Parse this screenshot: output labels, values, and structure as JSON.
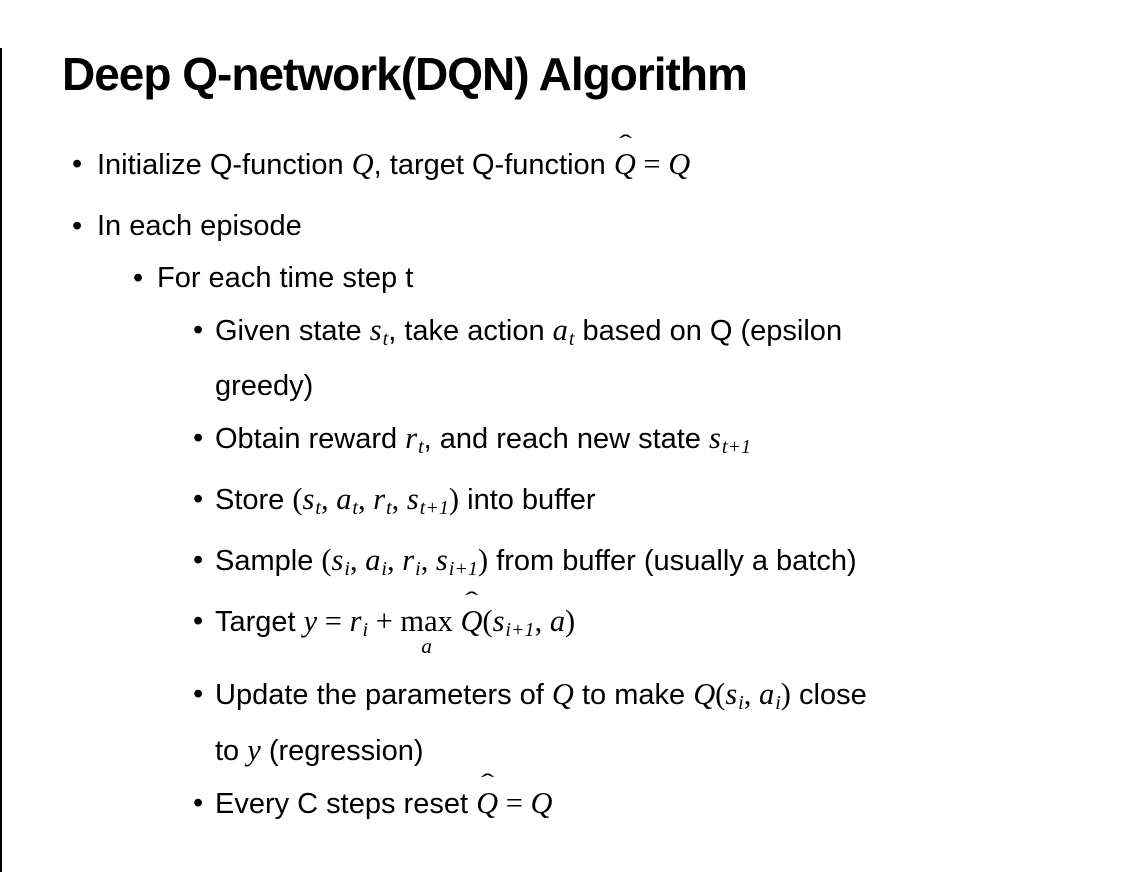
{
  "slide": {
    "title": "Deep Q-network(DQN) Algorithm",
    "bullet_char": "•",
    "hat_char": "ˆ",
    "background": "#ffffff",
    "text_color": "#000000",
    "border_color": "#000000",
    "bullets": [
      {
        "level": 1,
        "segments": [
          {
            "t": "Initialize Q-function "
          },
          {
            "m": "Q"
          },
          {
            "t": ", target Q-function "
          },
          {
            "m": "Q",
            "hat": true
          },
          {
            "o": " = "
          },
          {
            "m": "Q"
          }
        ]
      },
      {
        "level": 1,
        "segments": [
          {
            "t": "In each episode"
          }
        ]
      },
      {
        "level": 2,
        "segments": [
          {
            "t": "For each time step t"
          }
        ]
      },
      {
        "level": 3,
        "segments": [
          {
            "t": "Given state "
          },
          {
            "m": "s",
            "sub": "t"
          },
          {
            "t": ", take action "
          },
          {
            "m": "a",
            "sub": "t"
          },
          {
            "t": " based on Q (epsilon"
          },
          {
            "br": true
          },
          {
            "t": "greedy)"
          }
        ]
      },
      {
        "level": 3,
        "segments": [
          {
            "t": "Obtain reward "
          },
          {
            "m": "r",
            "sub": "t"
          },
          {
            "t": ", and reach new state "
          },
          {
            "m": "s",
            "sub": "t+1"
          }
        ]
      },
      {
        "level": 3,
        "segments": [
          {
            "t": "Store "
          },
          {
            "o": "("
          },
          {
            "m": "s",
            "sub": "t"
          },
          {
            "o": ", "
          },
          {
            "m": "a",
            "sub": "t"
          },
          {
            "o": ", "
          },
          {
            "m": "r",
            "sub": "t"
          },
          {
            "o": ", "
          },
          {
            "m": "s",
            "sub": "t+1"
          },
          {
            "o": ")"
          },
          {
            "t": " into buffer"
          }
        ]
      },
      {
        "level": 3,
        "segments": [
          {
            "t": "Sample "
          },
          {
            "o": "("
          },
          {
            "m": "s",
            "sub": "i"
          },
          {
            "o": ", "
          },
          {
            "m": "a",
            "sub": "i"
          },
          {
            "o": ", "
          },
          {
            "m": "r",
            "sub": "i"
          },
          {
            "o": ", "
          },
          {
            "m": "s",
            "sub": "i+1"
          },
          {
            "o": ")"
          },
          {
            "t": " from buffer (usually a batch)"
          }
        ]
      },
      {
        "level": 3,
        "segments": [
          {
            "t": "Target "
          },
          {
            "m": "y"
          },
          {
            "o": " = "
          },
          {
            "m": "r",
            "sub": "i"
          },
          {
            "o": " + "
          },
          {
            "stk": {
              "top": "max",
              "bottom": "a"
            }
          },
          {
            "o": " "
          },
          {
            "m": "Q",
            "hat": true
          },
          {
            "o": "("
          },
          {
            "m": "s",
            "sub": "i+1"
          },
          {
            "o": ", "
          },
          {
            "m": "a"
          },
          {
            "o": ")"
          }
        ]
      },
      {
        "level": 3,
        "segments": [
          {
            "t": "Update the parameters of "
          },
          {
            "m": "Q"
          },
          {
            "t": " to make "
          },
          {
            "m": "Q"
          },
          {
            "o": "("
          },
          {
            "m": "s",
            "sub": "i"
          },
          {
            "o": ", "
          },
          {
            "m": "a",
            "sub": "i"
          },
          {
            "o": ")"
          },
          {
            "t": " close"
          },
          {
            "br": true
          },
          {
            "t": "to "
          },
          {
            "m": "y"
          },
          {
            "t": " (regression)"
          }
        ]
      },
      {
        "level": 3,
        "segments": [
          {
            "t": "Every C steps reset "
          },
          {
            "m": "Q",
            "hat": true
          },
          {
            "o": " = "
          },
          {
            "m": "Q"
          }
        ]
      }
    ]
  }
}
